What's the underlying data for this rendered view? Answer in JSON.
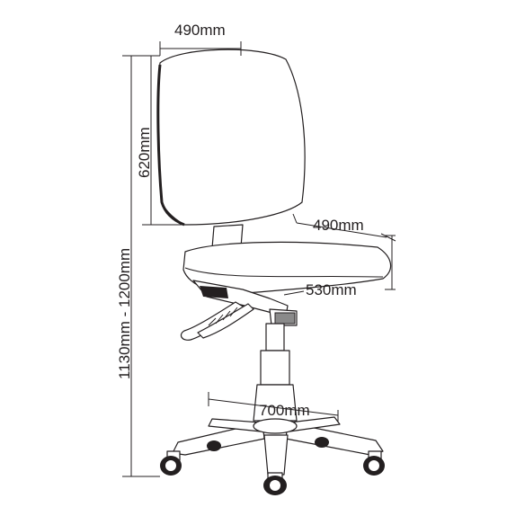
{
  "dimensions": {
    "back_width": "490mm",
    "back_height": "620mm",
    "overall_height": "1130mm - 1200mm",
    "seat_depth": "490mm",
    "seat_width": "530mm",
    "base_diameter": "700mm"
  }
}
